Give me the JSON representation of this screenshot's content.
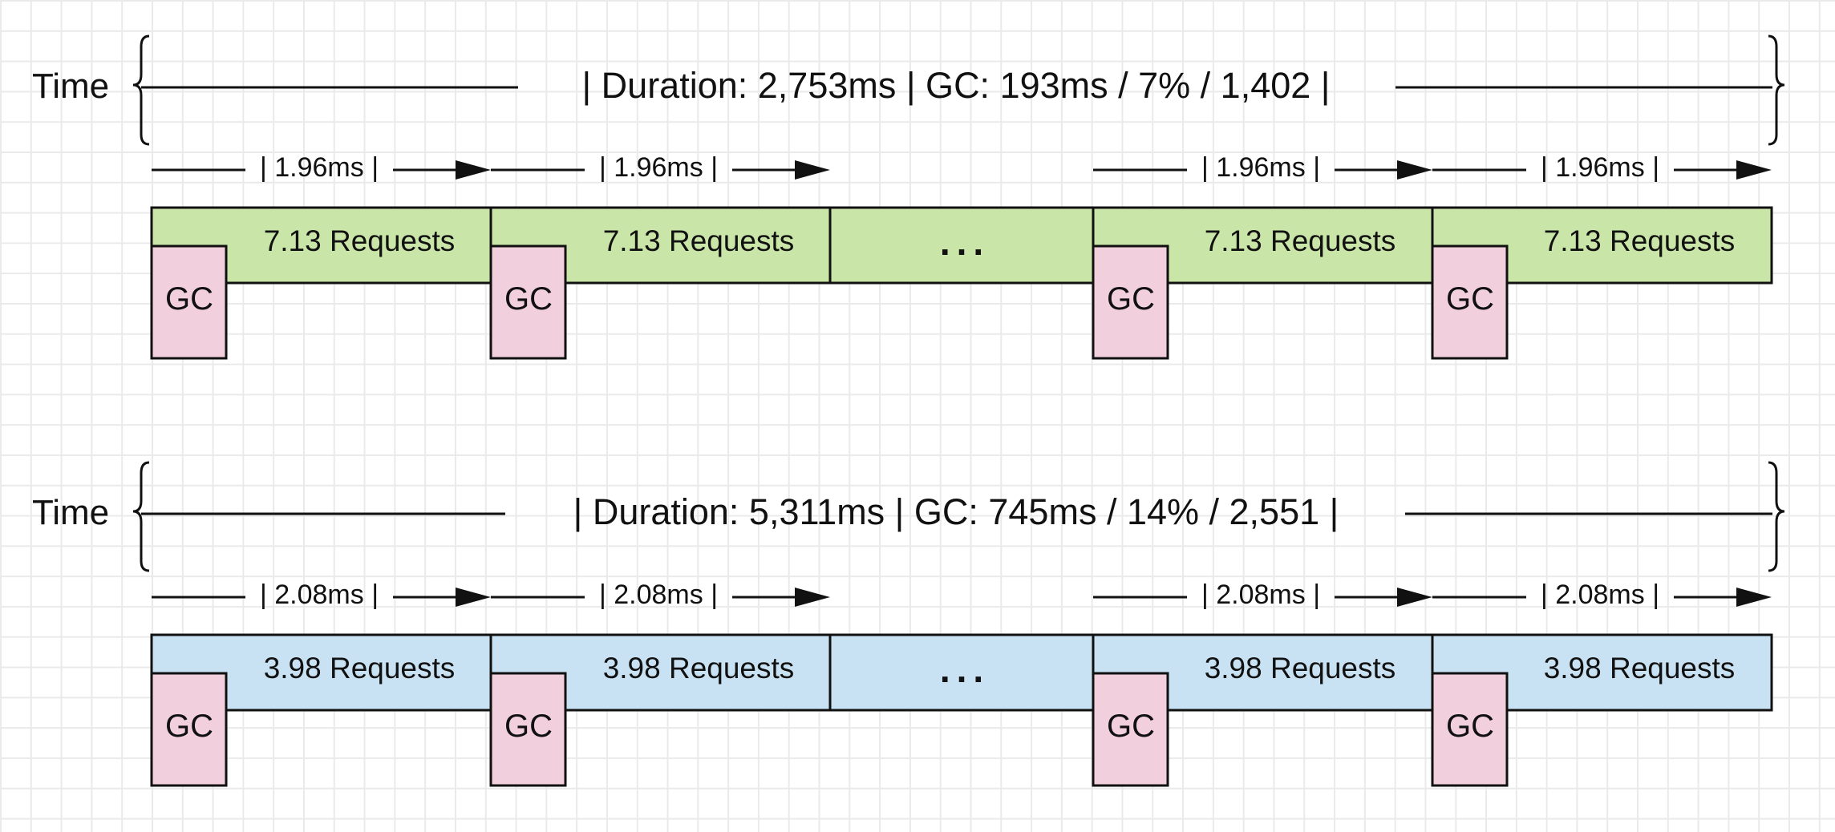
{
  "timelines": [
    {
      "time_label": "Time",
      "duration_text": "| Duration: 2,753ms | GC: 193ms / 7% / 1,402 |",
      "interval_label": "| 1.96ms |",
      "requests_label": "7.13 Requests",
      "gc_label": "GC",
      "ellipsis": "...",
      "fill_color": "#cae5a8"
    },
    {
      "time_label": "Time",
      "duration_text": "| Duration: 5,311ms | GC: 745ms / 14% / 2,551 |",
      "interval_label": "| 2.08ms |",
      "requests_label": "3.98 Requests",
      "gc_label": "GC",
      "ellipsis": "...",
      "fill_color": "#c9e2f3"
    }
  ],
  "gc_color": "#f2cfdc"
}
